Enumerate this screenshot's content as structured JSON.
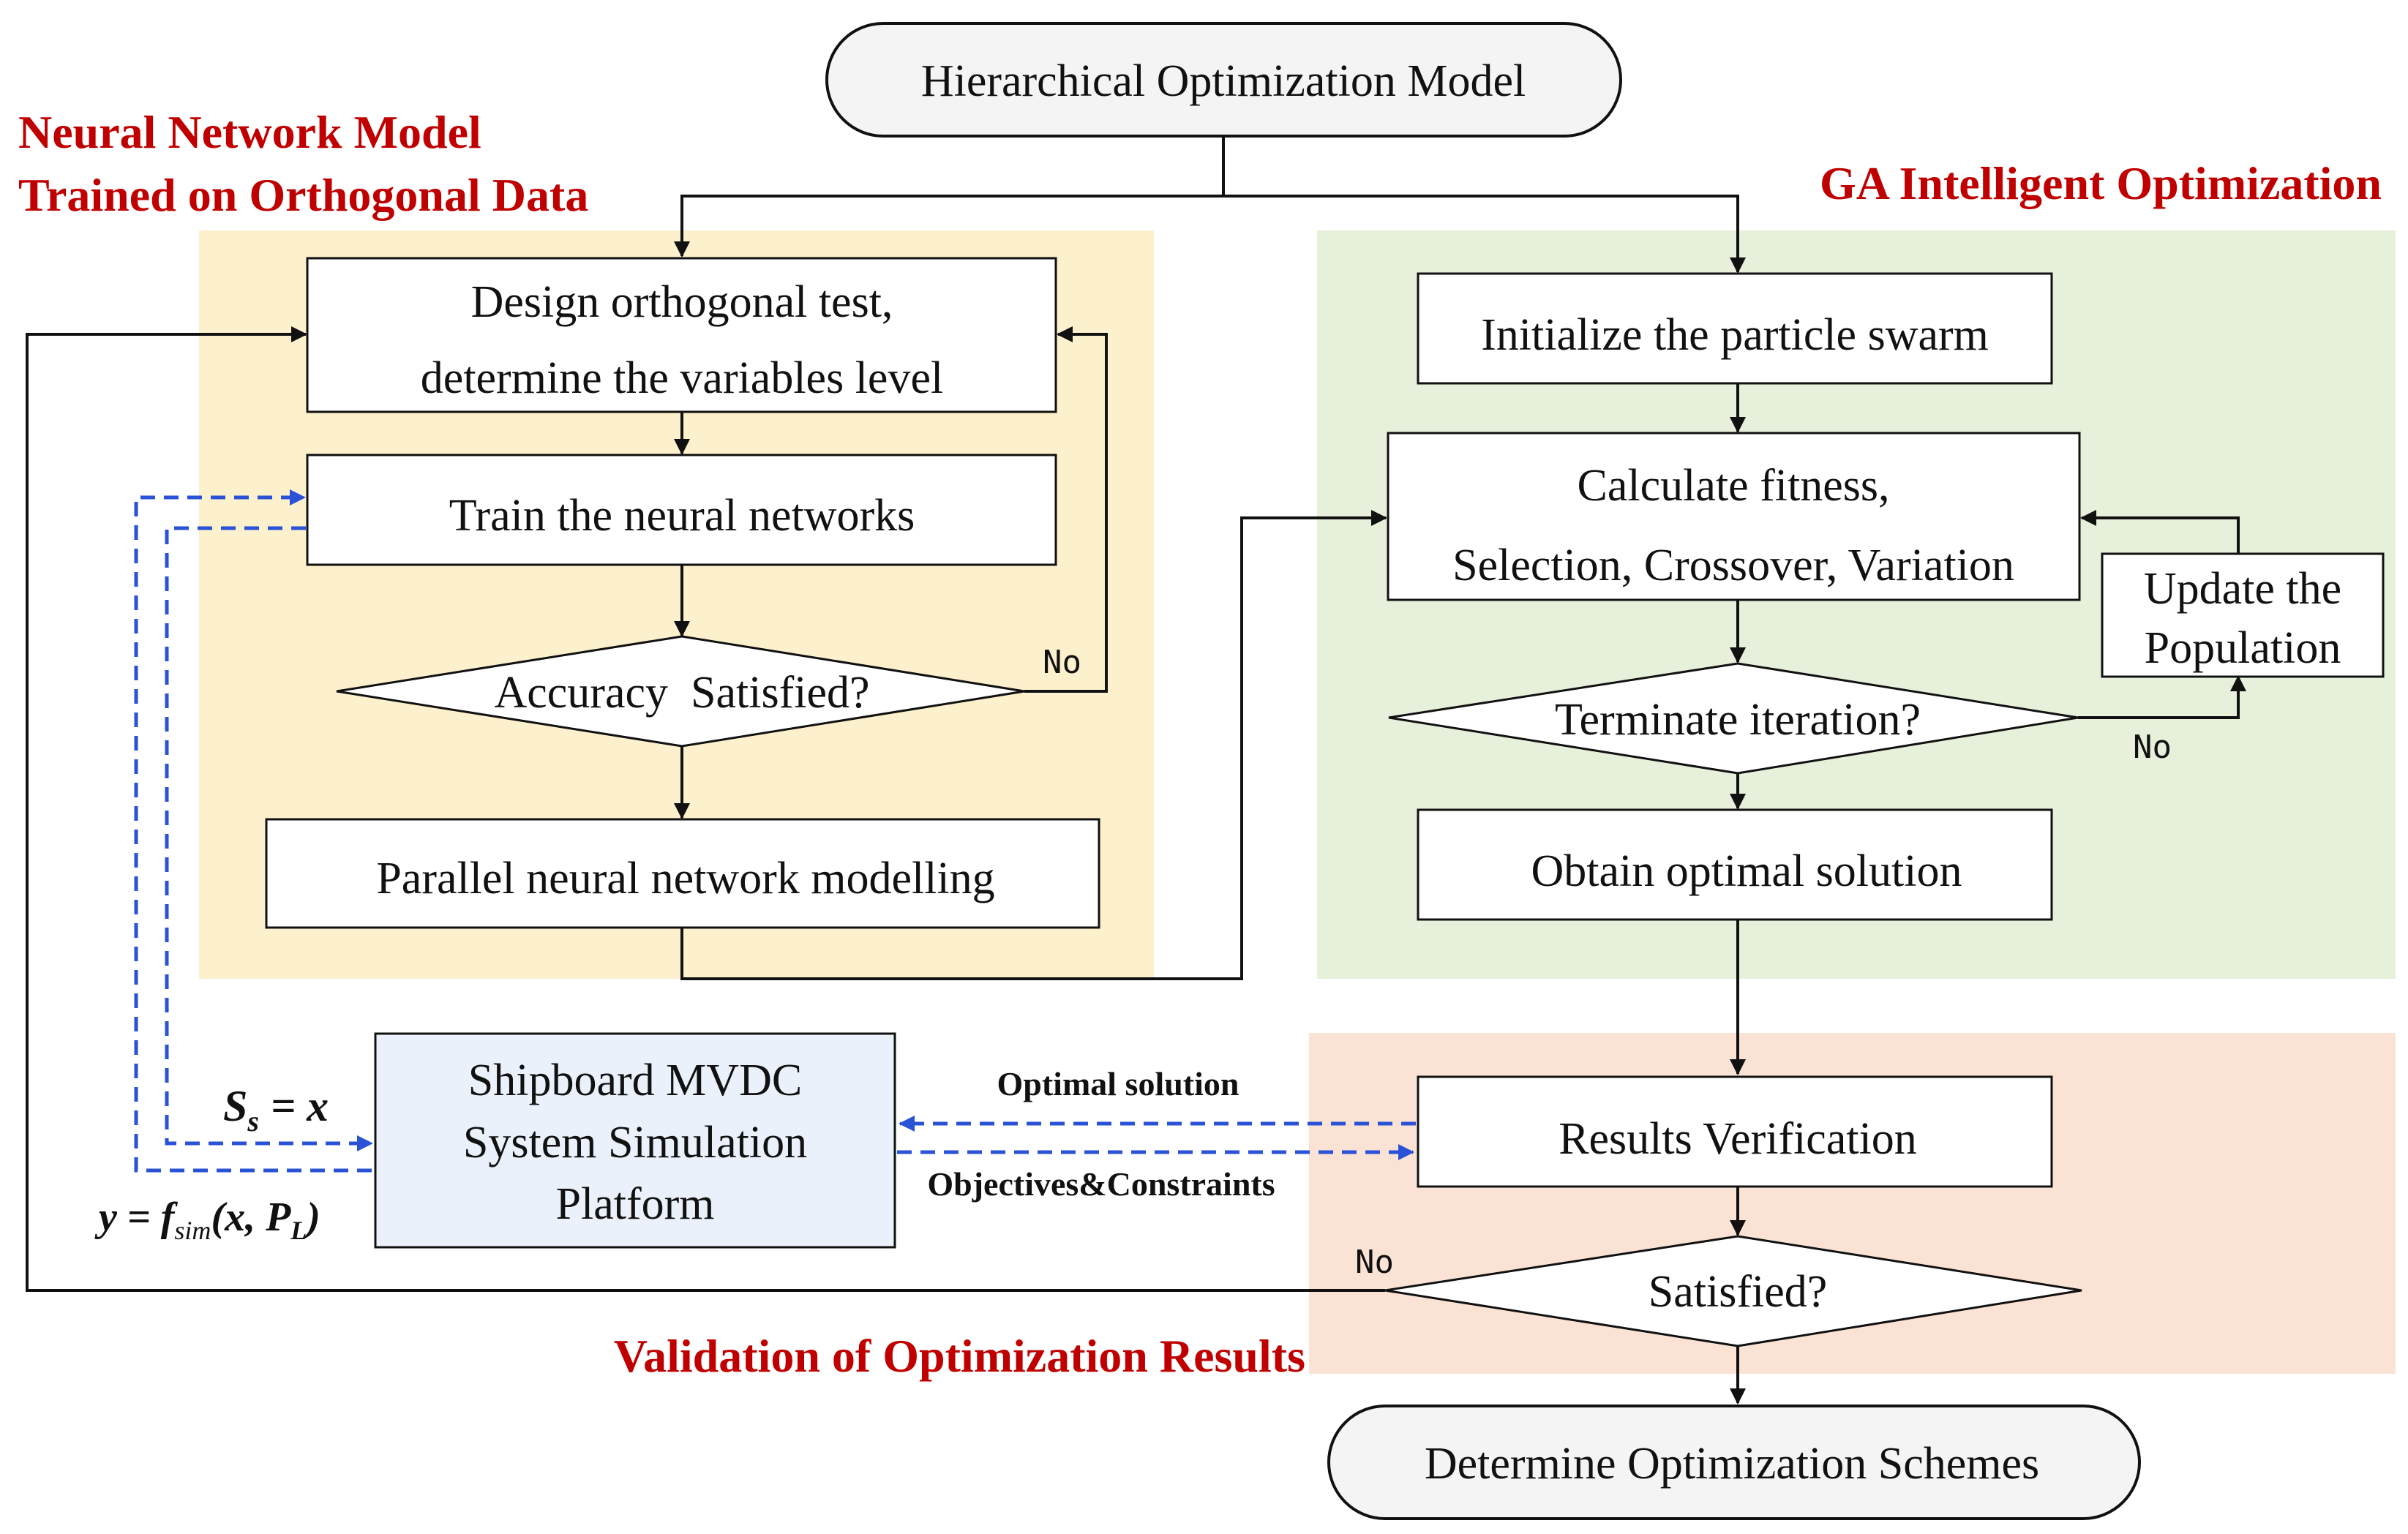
{
  "colors": {
    "orange_region": "#fdf0cd",
    "green_region": "#e6f0da",
    "peach_region": "#fae3d5",
    "section_title": "#c00000",
    "dashed_arrow": "#2a52d6",
    "sim_box_fill": "#eaf1fa",
    "line": "#111111"
  },
  "sections": {
    "neural_line1": "Neural Network Model",
    "neural_line2": "Trained on Orthogonal Data",
    "ga": "GA Intelligent Optimization",
    "validation": "Validation of Optimization Results"
  },
  "nodes": {
    "start": "Hierarchical Optimization Model",
    "design_line1": "Design orthogonal test,",
    "design_line2": "determine the variables level",
    "train": "Train the neural networks",
    "accuracy": "Accuracy  Satisfied?",
    "parallel": "Parallel neural network modelling",
    "init": "Initialize the particle swarm",
    "fitness_line1": "Calculate fitness,",
    "fitness_line2": "Selection, Crossover, Variation",
    "update_line1": "Update the",
    "update_line2": "Population",
    "terminate": "Terminate iteration?",
    "obtain": "Obtain optimal solution",
    "verify": "Results Verification",
    "satisfied": "Satisfied?",
    "sim_line1": "Shipboard MVDC",
    "sim_line2": "System Simulation",
    "sim_line3": "Platform",
    "end": "Determine Optimization Schemes"
  },
  "edge_labels": {
    "no_accuracy": "No",
    "no_terminate": "No",
    "no_satisfied": "No",
    "optimal_solution": "Optimal solution",
    "objectives_constraints": "Objectives&Constraints"
  },
  "equations": {
    "ss_main": "S",
    "ss_sub": "s",
    "ss_rest": "= x",
    "y_lhs": "y = f",
    "y_sub": "sim",
    "y_args_open": "(x, P",
    "y_args_sub": "L",
    "y_args_close": ")"
  }
}
